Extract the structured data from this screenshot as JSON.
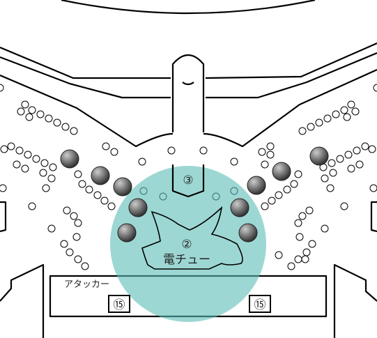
{
  "diagram": {
    "pocket_label": "③",
    "denchu_number": "②",
    "denchu_label": "電チュー",
    "attacker_label": "アタッカー",
    "attacker_left_marker": "⑮",
    "attacker_right_marker": "⑮",
    "colors": {
      "highlight": "#5cbdb6",
      "ball_dark": "#333333",
      "ball_light": "#cccccc",
      "outline": "#000000",
      "background": "#ffffff"
    }
  }
}
